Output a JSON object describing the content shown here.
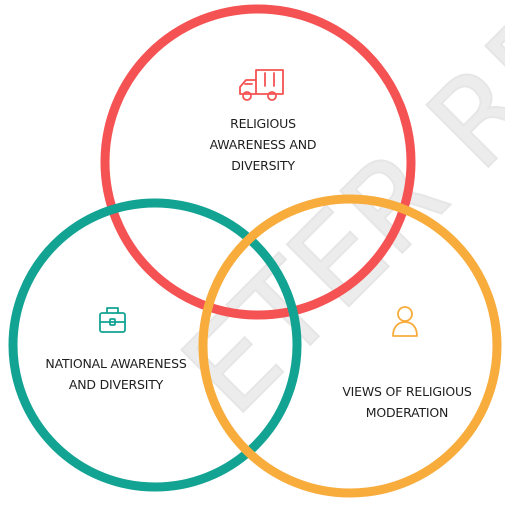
{
  "circles": [
    {
      "id": "religious-awareness",
      "color": "#f55253",
      "icon": "truck-icon",
      "label_lines": [
        "RELIGIOUS",
        "AWARENESS AND",
        "DIVERSITY"
      ]
    },
    {
      "id": "national-awareness",
      "color": "#12a393",
      "icon": "briefcase-icon",
      "label_lines": [
        "NATIONAL AWARENESS",
        "AND DIVERSITY"
      ]
    },
    {
      "id": "religious-moderation",
      "color": "#f7ac3c",
      "icon": "user-icon",
      "label_lines": [
        "VIEWS OF RELIGIOUS",
        "MODERATION"
      ]
    }
  ],
  "watermark": {
    "text": "ETER REV",
    "color": "#e6e6e6"
  }
}
